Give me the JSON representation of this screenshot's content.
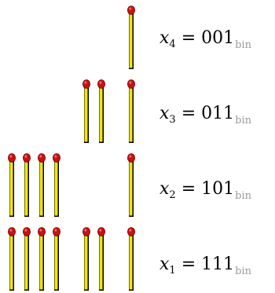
{
  "rows": [
    {
      "var": "x",
      "sub": "4",
      "eq": "=",
      "value": "001",
      "base": "bin",
      "piles": [
        0,
        0,
        1
      ]
    },
    {
      "var": "x",
      "sub": "3",
      "eq": "=",
      "value": "011",
      "base": "bin",
      "piles": [
        0,
        2,
        1
      ]
    },
    {
      "var": "x",
      "sub": "2",
      "eq": "=",
      "value": "101",
      "base": "bin",
      "piles": [
        4,
        0,
        1
      ]
    },
    {
      "var": "x",
      "sub": "1",
      "eq": "=",
      "value": "111",
      "base": "bin",
      "piles": [
        4,
        2,
        1
      ]
    }
  ],
  "colors": {
    "stick": "#f2e600",
    "stick_outline": "#000000",
    "head": "#cc1111",
    "head_highlight": "#ff8080"
  }
}
